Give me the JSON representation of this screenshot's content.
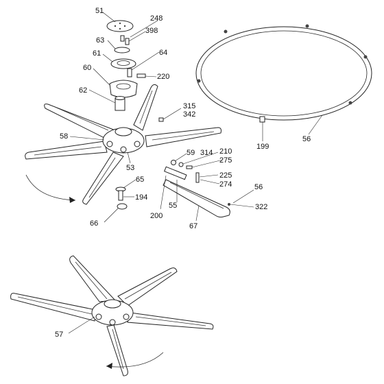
{
  "colors": {
    "line": "#222222",
    "background": "#ffffff"
  },
  "labels": {
    "l51": "51",
    "l248": "248",
    "l398": "398",
    "l63": "63",
    "l61": "61",
    "l64": "64",
    "l60": "60",
    "l220": "220",
    "l62": "62",
    "l315": "315",
    "l342": "342",
    "l58": "58",
    "l53": "53",
    "l59": "59",
    "l314": "314",
    "l210": "210",
    "l275": "275",
    "l225": "225",
    "l274": "274",
    "l65": "65",
    "l194": "194",
    "l66": "66",
    "l200": "200",
    "l55": "55",
    "l67": "67",
    "l56a": "56",
    "l322": "322",
    "l199": "199",
    "l56b": "56",
    "l57": "57"
  }
}
